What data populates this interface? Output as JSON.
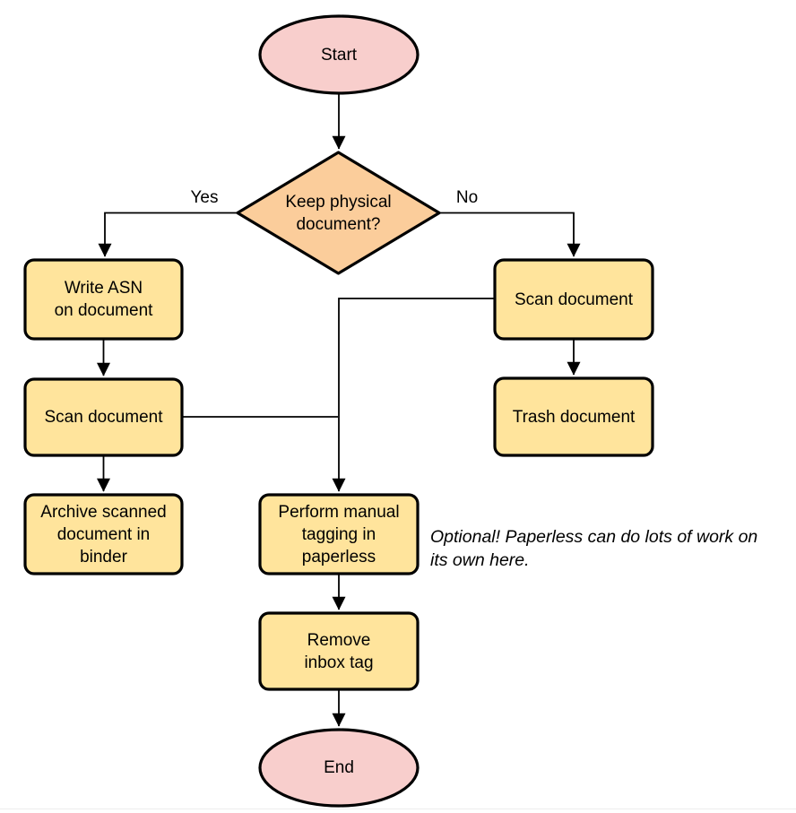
{
  "diagram": {
    "colors": {
      "terminal_fill": "#f8cecc",
      "decision_fill": "#fbcd9b",
      "process_fill": "#ffe49c",
      "stroke": "#000000",
      "page_border": "#ededed"
    },
    "nodes": {
      "start": {
        "type": "terminal",
        "label": "Start"
      },
      "decision": {
        "type": "decision",
        "label": "Keep physical\ndocument?"
      },
      "write_asn": {
        "type": "process",
        "label": "Write ASN\non document"
      },
      "scan_left": {
        "type": "process",
        "label": "Scan document"
      },
      "archive": {
        "type": "process",
        "label": "Archive scanned\ndocument in\nbinder"
      },
      "scan_right": {
        "type": "process",
        "label": "Scan document"
      },
      "trash": {
        "type": "process",
        "label": "Trash document"
      },
      "tagging": {
        "type": "process",
        "label": "Perform manual\ntagging in\npaperless"
      },
      "remove_inbox": {
        "type": "process",
        "label": "Remove\ninbox tag"
      },
      "end": {
        "type": "terminal",
        "label": "End"
      }
    },
    "edge_labels": {
      "yes": "Yes",
      "no": "No"
    },
    "annotation": "Optional! Paperless can do lots of work on\nits own here."
  }
}
